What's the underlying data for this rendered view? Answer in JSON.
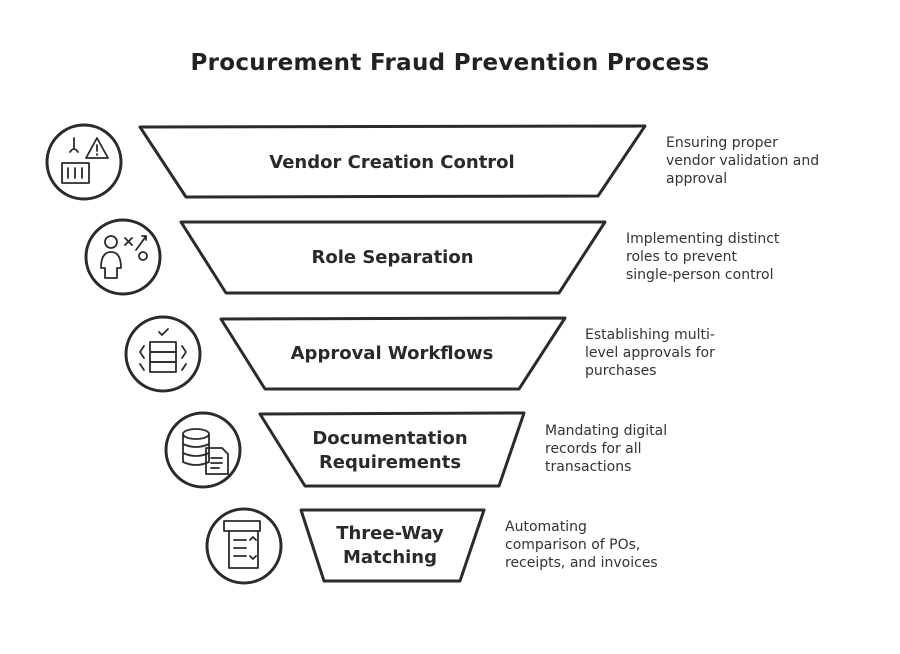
{
  "title": "Procurement Fraud Prevention Process",
  "stages": [
    {
      "label": "Vendor Creation Control",
      "description": "Ensuring proper\nvendor validation and\napproval",
      "icon": "vendor-warning-icon"
    },
    {
      "label": "Role Separation",
      "description": "Implementing distinct\nroles to prevent\nsingle-person control",
      "icon": "person-strategy-icon"
    },
    {
      "label": "Approval Workflows",
      "description": "Establishing multi-\nlevel approvals for\npurchases",
      "icon": "server-check-icon"
    },
    {
      "label": "Documentation Requirements",
      "description": "Mandating digital\nrecords for all\ntransactions",
      "icon": "database-document-icon"
    },
    {
      "label": "Three-Way Matching",
      "description": "Automating\ncomparison of POs,\nreceipts, and invoices",
      "icon": "checklist-icon"
    }
  ]
}
